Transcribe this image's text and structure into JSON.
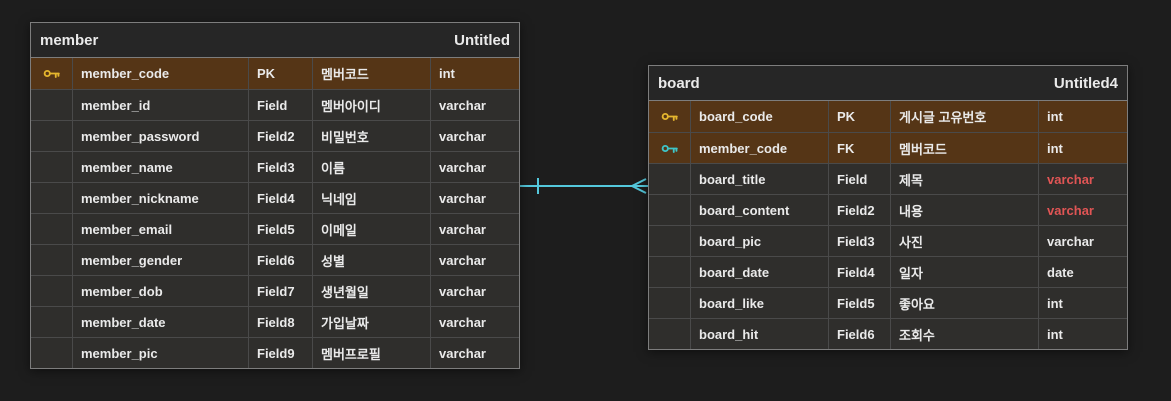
{
  "colors": {
    "canvas_bg": "#1d1d1d",
    "row_bg": "#2f2e2c",
    "header_bg": "#262626",
    "highlight_bg": "#553516",
    "border": "#4a4a4a",
    "outer_border": "#7d7d7d",
    "text": "#eaeaea",
    "type_red": "#e05555",
    "pk_key": "#e5b62e",
    "fk_key": "#3ec6c9",
    "relationship": "#54c8dc"
  },
  "tables": [
    {
      "name": "member",
      "title": "Untitled",
      "columns": [
        {
          "icon": "pk-key-icon",
          "name": "member_code",
          "key": "PK",
          "comment": "멤버코드",
          "type": "int"
        },
        {
          "icon": "",
          "name": "member_id",
          "key": "Field",
          "comment": "멤버아이디",
          "type": "varchar"
        },
        {
          "icon": "",
          "name": "member_password",
          "key": "Field2",
          "comment": "비밀번호",
          "type": "varchar"
        },
        {
          "icon": "",
          "name": "member_name",
          "key": "Field3",
          "comment": "이름",
          "type": "varchar"
        },
        {
          "icon": "",
          "name": "member_nickname",
          "key": "Field4",
          "comment": "닉네임",
          "type": "varchar"
        },
        {
          "icon": "",
          "name": "member_email",
          "key": "Field5",
          "comment": "이메일",
          "type": "varchar"
        },
        {
          "icon": "",
          "name": "member_gender",
          "key": "Field6",
          "comment": "성별",
          "type": "varchar"
        },
        {
          "icon": "",
          "name": "member_dob",
          "key": "Field7",
          "comment": "생년월일",
          "type": "varchar"
        },
        {
          "icon": "",
          "name": "member_date",
          "key": "Field8",
          "comment": "가입날짜",
          "type": "varchar"
        },
        {
          "icon": "",
          "name": "member_pic",
          "key": "Field9",
          "comment": "멤버프로필",
          "type": "varchar"
        }
      ]
    },
    {
      "name": "board",
      "title": "Untitled4",
      "columns": [
        {
          "icon": "pk-key-icon",
          "name": "board_code",
          "key": "PK",
          "comment": "게시글 고유번호",
          "type": "int"
        },
        {
          "icon": "fk-key-icon",
          "name": "member_code",
          "key": "FK",
          "comment": "멤버코드",
          "type": "int"
        },
        {
          "icon": "",
          "name": "board_title",
          "key": "Field",
          "comment": "제목",
          "type": "varchar",
          "type_color": "red"
        },
        {
          "icon": "",
          "name": "board_content",
          "key": "Field2",
          "comment": "내용",
          "type": "varchar",
          "type_color": "red"
        },
        {
          "icon": "",
          "name": "board_pic",
          "key": "Field3",
          "comment": "사진",
          "type": "varchar"
        },
        {
          "icon": "",
          "name": "board_date",
          "key": "Field4",
          "comment": "일자",
          "type": "date"
        },
        {
          "icon": "",
          "name": "board_like",
          "key": "Field5",
          "comment": "좋아요",
          "type": "int"
        },
        {
          "icon": "",
          "name": "board_hit",
          "key": "Field6",
          "comment": "조회수",
          "type": "int"
        }
      ]
    }
  ],
  "relationship": {
    "from_table": "member",
    "to_table": "board",
    "cardinality_from": "one",
    "cardinality_to": "many"
  }
}
